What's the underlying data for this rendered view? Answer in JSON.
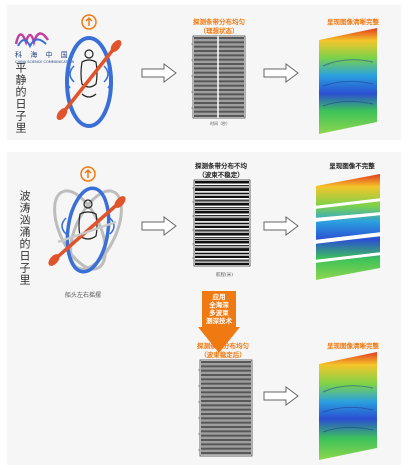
{
  "logo": {
    "name_cn": "科 海 中 国",
    "name_en": "CHINA SCIENCE COMMUNICATION"
  },
  "row1": {
    "side_label": "平静的日子里",
    "chart_title_l1": "探测条带分布均匀",
    "chart_title_l2": "（理想状态）",
    "axis_label": "时间（秒）",
    "result_label": "呈现图像清晰完整"
  },
  "row2": {
    "side_label": "波涛汹涌的日子里",
    "chart_title_l1": "探测条带分布不均",
    "chart_title_l2": "（波束不稳定）",
    "axis_label": "航程(米)",
    "result_label": "呈现图像不完整",
    "caption": "船头左右摇摆"
  },
  "callout": {
    "l1": "应用",
    "l2": "全海深",
    "l3": "多波束",
    "l4": "测深技术"
  },
  "row3": {
    "chart_title_l1": "探测条带分布均匀",
    "chart_title_l2": "（波束稳定后）",
    "result_label": "呈现图像清晰完整"
  },
  "colors": {
    "orange": "#f07a12",
    "blue": "#3a6fd8",
    "red": "#e0532b",
    "panel": "#f6f6f6"
  }
}
